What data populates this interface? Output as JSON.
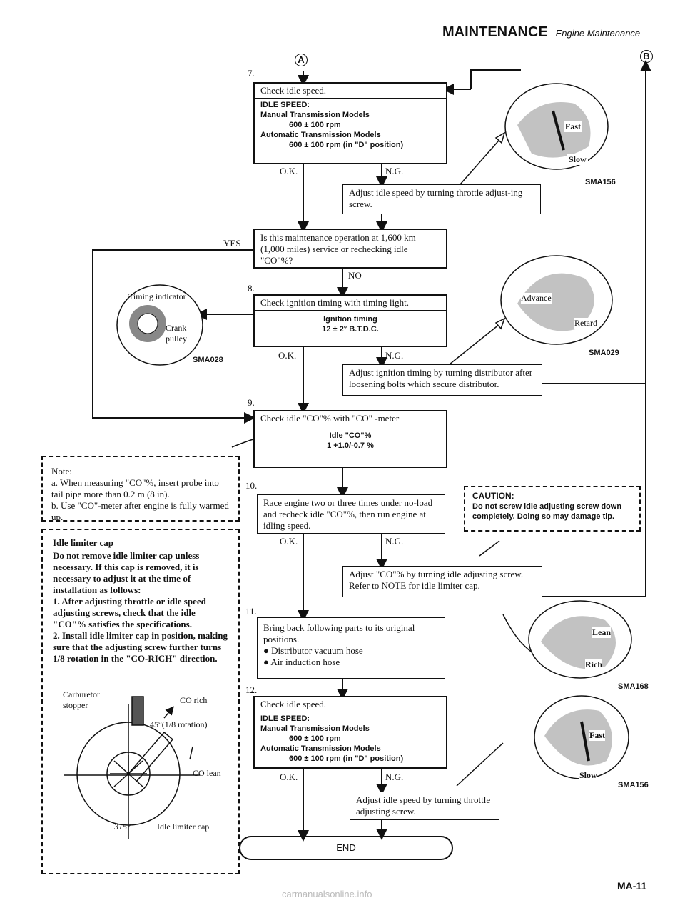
{
  "header": {
    "title": "MAINTENANCE",
    "subtitle": "– Engine Maintenance",
    "page_number": "MA-11",
    "watermark": "carmanualsonline.info"
  },
  "connectors": {
    "a": "A",
    "b": "B"
  },
  "steps": {
    "s7": {
      "num": "7.",
      "title": "Check idle speed.",
      "spec_label": "IDLE SPEED:",
      "line1": "Manual Transmission Models",
      "line2": "600 ± 100 rpm",
      "line3": "Automatic Transmission Models",
      "line4": "600 ± 100 rpm (in \"D\" position)",
      "ok": "O.K.",
      "ng": "N.G.",
      "adjust": "Adjust idle speed by turning throttle adjust-ing screw."
    },
    "q": {
      "text": "Is this maintenance operation at 1,600 km (1,000 miles) service or rechecking idle \"CO\"%?",
      "yes": "YES",
      "no": "NO"
    },
    "s8": {
      "num": "8.",
      "title": "Check ignition timing with timing light.",
      "line1": "Ignition timing",
      "line2": "12 ± 2° B.T.D.C.",
      "ok": "O.K.",
      "ng": "N.G.",
      "adjust": "Adjust ignition timing by turning distributor after loosening bolts which secure distributor."
    },
    "s9": {
      "num": "9.",
      "title": "Check idle \"CO\"% with \"CO\" -meter",
      "line1": "Idle \"CO\"%",
      "line2": "1 +1.0/-0.7 %"
    },
    "s10": {
      "num": "10.",
      "text": "Race engine two or three times under no-load and recheck idle \"CO\"%, then run engine at idling speed.",
      "ok": "O.K.",
      "ng": "N.G.",
      "adjust": "Adjust \"CO\"% by turning idle adjusting screw. Refer to NOTE for idle limiter cap."
    },
    "s11": {
      "num": "11.",
      "intro": "Bring back following parts to its original positions.",
      "item1": "Distributor vacuum hose",
      "item2": "Air induction hose"
    },
    "s12": {
      "num": "12.",
      "title": "Check idle speed.",
      "spec_label": "IDLE SPEED:",
      "line1": "Manual Transmission Models",
      "line2": "600 ± 100 rpm",
      "line3": "Automatic Transmission Models",
      "line4": "600 ± 100 rpm (in \"D\" position)",
      "ok": "O.K.",
      "ng": "N.G.",
      "adjust": "Adjust idle speed by turning throttle adjusting screw."
    },
    "end": "END"
  },
  "caution": {
    "title": "CAUTION:",
    "text": "Do not screw idle adjusting screw down completely. Doing so may damage tip."
  },
  "note": {
    "title": "Note:",
    "a": "a. When measuring \"CO\"%, insert probe into tail pipe more than 0.2 m (8 in).",
    "b": "b. Use \"CO\"-meter after engine is fully warmed up."
  },
  "limiter": {
    "title": "Idle limiter cap",
    "intro": "Do not remove idle limiter cap unless necessary. If this cap is removed, it is necessary to adjust it at the time of installation as follows:",
    "item1": "1. After adjusting throttle or idle speed adjusting screws, check that the idle \"CO\"% satisfies the specifications.",
    "item2": "2. Install idle limiter cap in position, making sure that the adjusting screw further turns 1/8 rotation in the \"CO-RICH\" direction."
  },
  "figures": {
    "sma156a": {
      "code": "SMA156",
      "fast": "Fast",
      "slow": "Slow"
    },
    "sma028": {
      "code": "SMA028",
      "timing": "Timing indicator",
      "crank": "Crank pulley"
    },
    "sma029": {
      "code": "SMA029",
      "advance": "Advance",
      "retard": "Retard"
    },
    "sma168": {
      "code": "SMA168",
      "lean": "Lean",
      "rich": "Rich"
    },
    "sma156b": {
      "code": "SMA156",
      "fast": "Fast",
      "slow": "Slow"
    },
    "limiter_fig": {
      "carb": "Carburetor stopper",
      "co_rich": "CO rich",
      "rot": "45°(1/8 rotation)",
      "co_lean": "CO lean",
      "cap": "Idle limiter cap",
      "angle": "315°"
    }
  }
}
